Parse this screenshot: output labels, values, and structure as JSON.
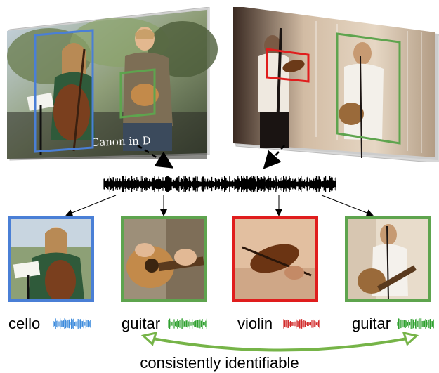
{
  "frames": {
    "left_overlay_text": "Canon in D"
  },
  "sources": [
    {
      "label": "cello",
      "color": "#4a7fd6"
    },
    {
      "label": "guitar",
      "color": "#5ea44e"
    },
    {
      "label": "violin",
      "color": "#e01d1d"
    },
    {
      "label": "guitar",
      "color": "#5ea44e"
    }
  ],
  "caption": "consistently identifiable",
  "colors": {
    "waveform": "#000000",
    "cello": "#3d8bdc",
    "guitar": "#2fa02f",
    "violin": "#d12a2a",
    "consistency_arrow": "#76b448"
  }
}
